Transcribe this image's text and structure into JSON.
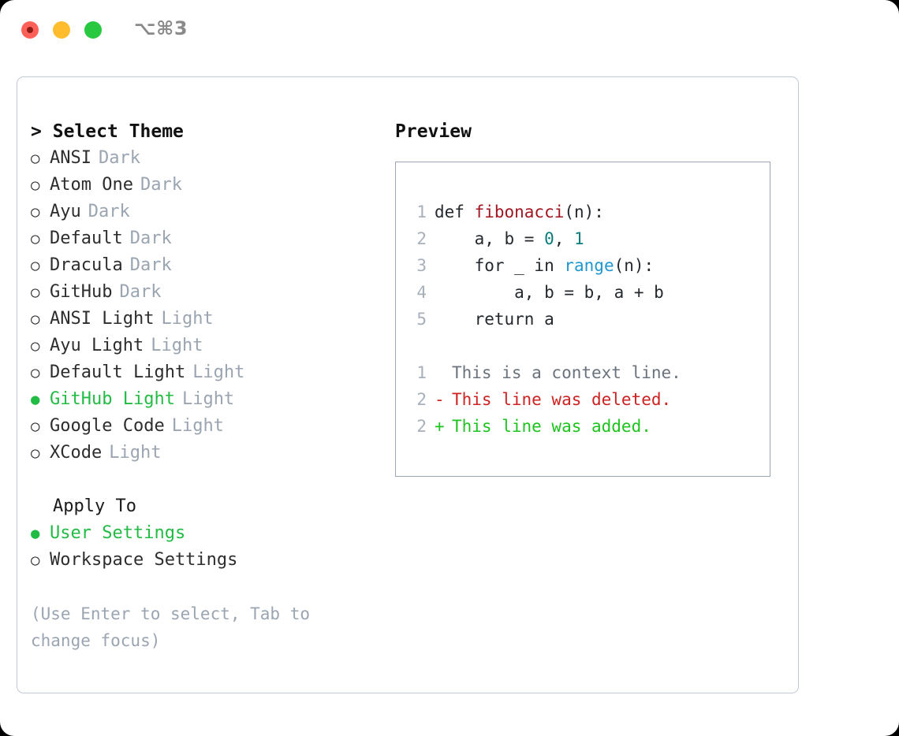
{
  "window": {
    "shortcut": "⌥⌘3",
    "traffic_lights": [
      {
        "name": "close",
        "color": "#ff6159"
      },
      {
        "name": "minimize",
        "color": "#ffbd2e"
      },
      {
        "name": "maximize",
        "color": "#28c840"
      }
    ]
  },
  "colors": {
    "accent_green": "#22bb44",
    "muted": "#9aa5b1",
    "text": "#2d2d2d",
    "border": "#c2c9d4",
    "preview_border": "#9aa5b1",
    "diff_add": "#1ec31e",
    "diff_del": "#cc2222",
    "token_function": "#a01720",
    "token_number": "#0b7c7c",
    "token_call": "#1f97d1"
  },
  "theme_panel": {
    "caret": ">",
    "title": "Select Theme",
    "marker_unselected": "○",
    "marker_selected": "●",
    "items": [
      {
        "name": "ANSI",
        "badge": "Dark",
        "selected": false
      },
      {
        "name": "Atom One",
        "badge": "Dark",
        "selected": false
      },
      {
        "name": "Ayu",
        "badge": "Dark",
        "selected": false
      },
      {
        "name": "Default",
        "badge": "Dark",
        "selected": false
      },
      {
        "name": "Dracula",
        "badge": "Dark",
        "selected": false
      },
      {
        "name": "GitHub",
        "badge": "Dark",
        "selected": false
      },
      {
        "name": "ANSI Light",
        "badge": "Light",
        "selected": false
      },
      {
        "name": "Ayu Light",
        "badge": "Light",
        "selected": false
      },
      {
        "name": "Default Light",
        "badge": "Light",
        "selected": false
      },
      {
        "name": "GitHub Light",
        "badge": "Light",
        "selected": true
      },
      {
        "name": "Google Code",
        "badge": "Light",
        "selected": false
      },
      {
        "name": "XCode",
        "badge": "Light",
        "selected": false
      }
    ]
  },
  "apply_to": {
    "title": "Apply To",
    "options": [
      {
        "label": "User Settings",
        "selected": true
      },
      {
        "label": "Workspace Settings",
        "selected": false
      }
    ]
  },
  "hint": "(Use Enter to select, Tab to change focus)",
  "preview": {
    "title": "Preview",
    "code": [
      {
        "no": "1",
        "segments": [
          {
            "t": "def ",
            "c": "plain"
          },
          {
            "t": "fibonacci",
            "c": "fn"
          },
          {
            "t": "(n):",
            "c": "plain"
          }
        ]
      },
      {
        "no": "2",
        "segments": [
          {
            "t": "    a, b = ",
            "c": "plain"
          },
          {
            "t": "0",
            "c": "num"
          },
          {
            "t": ", ",
            "c": "plain"
          },
          {
            "t": "1",
            "c": "num"
          }
        ]
      },
      {
        "no": "3",
        "segments": [
          {
            "t": "    for _ in ",
            "c": "plain"
          },
          {
            "t": "range",
            "c": "call"
          },
          {
            "t": "(n):",
            "c": "plain"
          }
        ]
      },
      {
        "no": "4",
        "segments": [
          {
            "t": "        a, b = b, a + b",
            "c": "plain"
          }
        ]
      },
      {
        "no": "5",
        "segments": [
          {
            "t": "    return a",
            "c": "plain"
          }
        ]
      }
    ],
    "diff": [
      {
        "no": "1",
        "sign": " ",
        "text": "This is a context line.",
        "kind": "ctx"
      },
      {
        "no": "2",
        "sign": "-",
        "text": "This line was deleted.",
        "kind": "del"
      },
      {
        "no": "2",
        "sign": "+",
        "text": "This line was added.",
        "kind": "add"
      }
    ]
  }
}
